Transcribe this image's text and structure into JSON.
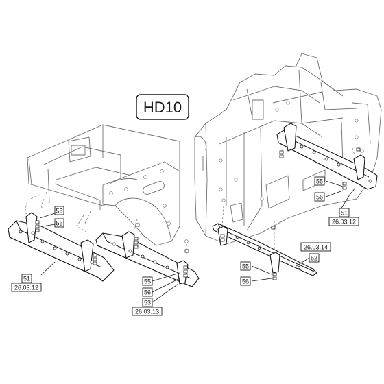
{
  "diagram": {
    "title": "HD10",
    "callouts": {
      "left_55": "55",
      "left_56": "56",
      "left_51": "51",
      "left_ref": "26.03.12",
      "mid_55": "55",
      "mid_56": "56",
      "mid_53": "53",
      "mid_ref": "26.03.13",
      "right_55": "55",
      "right_56": "56",
      "right_51": "51",
      "right_ref": "26.03.12",
      "center_ref": "26.03.14",
      "center_52": "52",
      "center_55": "55",
      "center_56": "56"
    }
  }
}
